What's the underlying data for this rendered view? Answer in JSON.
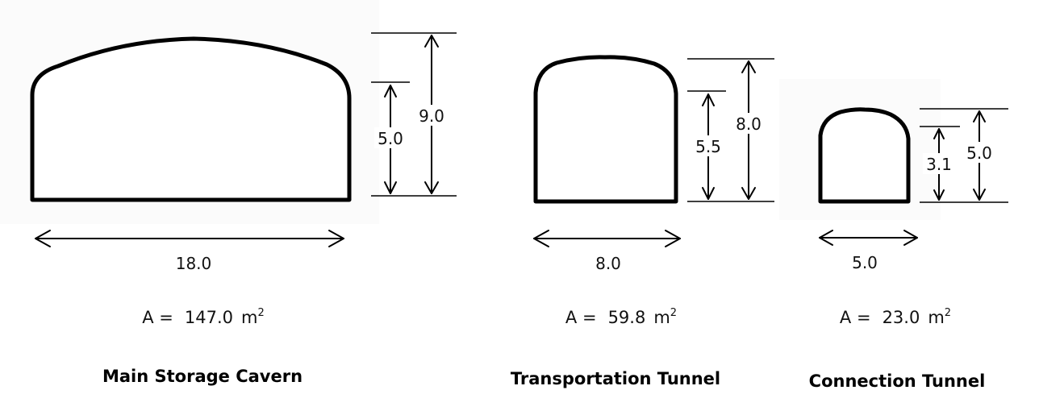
{
  "sections": [
    {
      "id": "main-storage-cavern",
      "title": "Main Storage Cavern",
      "width_label": "18.0",
      "total_height_label": "9.0",
      "wall_height_label": "5.0",
      "area_prefix": "A =",
      "area_value": "147.0",
      "area_unit": "m",
      "area_exponent": "2"
    },
    {
      "id": "transportation-tunnel",
      "title": "Transportation Tunnel",
      "width_label": "8.0",
      "total_height_label": "8.0",
      "wall_height_label": "5.5",
      "area_prefix": "A =",
      "area_value": "59.8",
      "area_unit": "m",
      "area_exponent": "2"
    },
    {
      "id": "connection-tunnel",
      "title": "Connection Tunnel",
      "width_label": "5.0",
      "total_height_label": "5.0",
      "wall_height_label": "3.1",
      "area_prefix": "A =",
      "area_value": "23.0",
      "area_unit": "m",
      "area_exponent": "2"
    }
  ]
}
